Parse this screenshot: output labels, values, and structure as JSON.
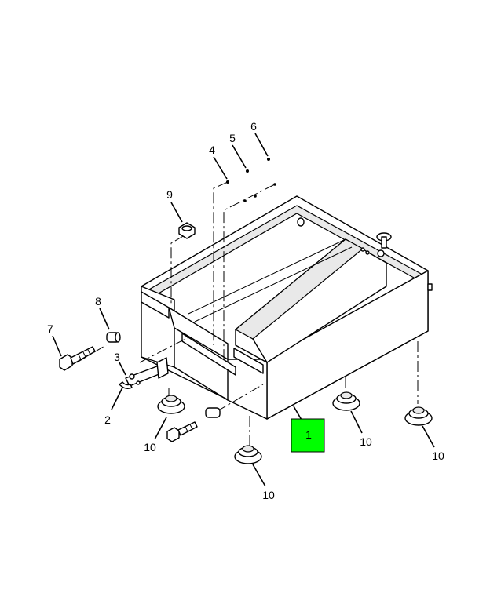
{
  "callouts": {
    "c1": "1",
    "c2": "2",
    "c3": "3",
    "c4": "4",
    "c5": "5",
    "c6": "6",
    "c7": "7",
    "c8": "8",
    "c9": "9",
    "c10a": "10",
    "c10b": "10",
    "c10c": "10",
    "c10d": "10"
  },
  "colors": {
    "highlight": "#00ff00",
    "ink": "#000000",
    "background": "#ffffff"
  }
}
